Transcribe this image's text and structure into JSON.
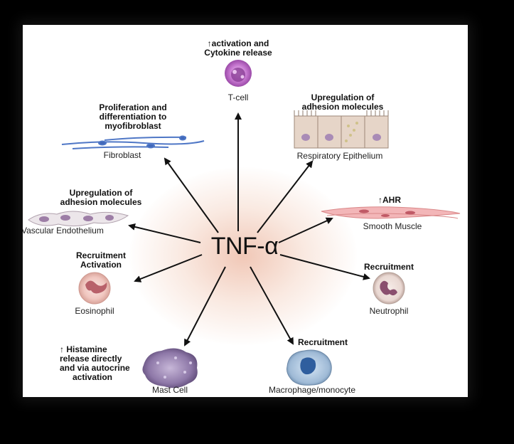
{
  "center": {
    "label": "TNF-α"
  },
  "targets": {
    "tcell": {
      "name": "T-cell",
      "effect_line1": "↑activation and",
      "effect_line2": "Cytokine release"
    },
    "fibroblast": {
      "name": "Fibroblast",
      "effect_line1": "Proliferation and",
      "effect_line2": "differentiation to",
      "effect_line3": "myofibroblast"
    },
    "respiratory_epithelium": {
      "name": "Respiratory Epithelium",
      "effect_line1": "Upregulation of",
      "effect_line2": "adhesion molecules"
    },
    "vascular_endothelium": {
      "name": "Vascular Endothelium",
      "effect_line1": "Upregulation of",
      "effect_line2": "adhesion molecules"
    },
    "smooth_muscle": {
      "name": "Smooth Muscle",
      "effect_line1": "↑AHR"
    },
    "eosinophil": {
      "name": "Eosinophil",
      "effect_line1": "Recruitment",
      "effect_line2": "Activation"
    },
    "neutrophil": {
      "name": "Neutrophil",
      "effect_line1": "Recruitment"
    },
    "mast_cell": {
      "name": "Mast Cell",
      "effect_line1": "↑ Histamine",
      "effect_line2": "release directly",
      "effect_line3": "and via autocrine",
      "effect_line4": "activation"
    },
    "macrophage": {
      "name": "Macrophage/monocyte",
      "effect_line1": "Recruitment"
    }
  }
}
